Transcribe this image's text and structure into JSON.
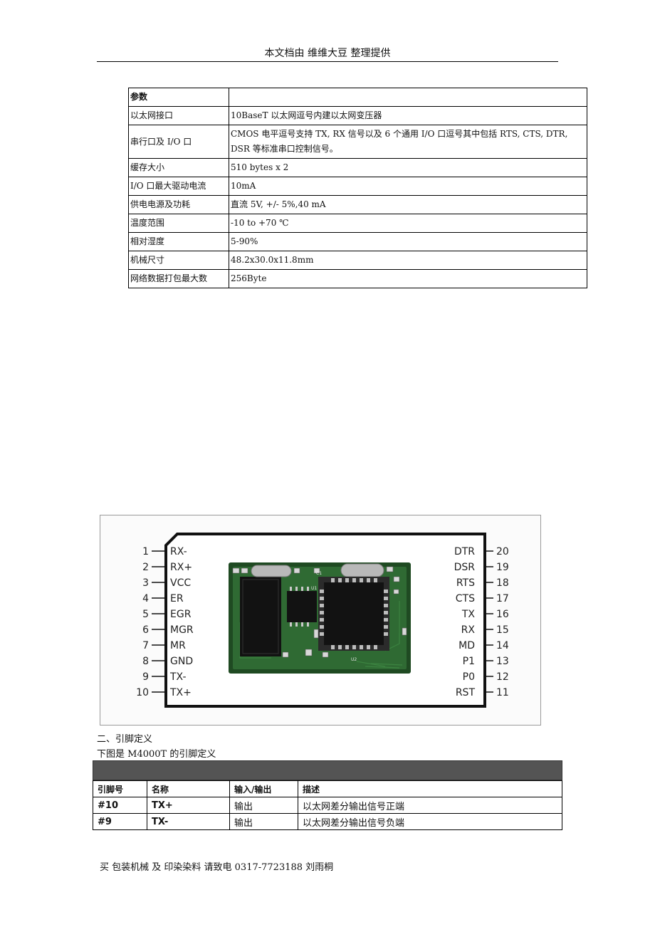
{
  "header": "本文档由 维维大豆 整理提供",
  "params_table": {
    "header_label": "参数",
    "header_value": "",
    "rows": [
      {
        "k": "以太网接口",
        "v": "10BaseT 以太网逗号内建以太网变压器"
      },
      {
        "k": "串行口及 I/O 口",
        "v": "CMOS 电平逗号支持 TX, RX 信号以及 6 个通用 I/O 口逗号其中包括 RTS, CTS, DTR, DSR 等标准串口控制信号。"
      },
      {
        "k": "缓存大小",
        "v": "510 bytes x 2"
      },
      {
        "k": "I/O 口最大驱动电流",
        "v": "10mA"
      },
      {
        "k": "供电电源及功耗",
        "v": "直流 5V, +/- 5%,40 mA"
      },
      {
        "k": "温度范围",
        "v": "-10 to +70 ℃"
      },
      {
        "k": "相对湿度",
        "v": "5-90%"
      },
      {
        "k": "机械尺寸",
        "v": "48.2x30.0x11.8mm"
      },
      {
        "k": "网络数据打包最大数",
        "v": "256Byte"
      }
    ]
  },
  "pin_diagram": {
    "left_pins": [
      {
        "num": "1",
        "name": "RX-"
      },
      {
        "num": "2",
        "name": "RX+"
      },
      {
        "num": "3",
        "name": "VCC"
      },
      {
        "num": "4",
        "name": "ER"
      },
      {
        "num": "5",
        "name": "EGR"
      },
      {
        "num": "6",
        "name": "MGR"
      },
      {
        "num": "7",
        "name": "MR"
      },
      {
        "num": "8",
        "name": "GND"
      },
      {
        "num": "9",
        "name": "TX-"
      },
      {
        "num": "10",
        "name": "TX+"
      }
    ],
    "right_pins": [
      {
        "num": "20",
        "name": "DTR"
      },
      {
        "num": "19",
        "name": "DSR"
      },
      {
        "num": "18",
        "name": "RTS"
      },
      {
        "num": "17",
        "name": "CTS"
      },
      {
        "num": "16",
        "name": "TX"
      },
      {
        "num": "15",
        "name": "RX"
      },
      {
        "num": "14",
        "name": "MD"
      },
      {
        "num": "13",
        "name": "P1"
      },
      {
        "num": "12",
        "name": "P0"
      },
      {
        "num": "11",
        "name": "RST"
      }
    ],
    "board_labels": {
      "c1": "C1",
      "u1": "U1",
      "u2": "U2"
    },
    "colors": {
      "pcb": "#1f4a22",
      "pcb_light": "#2f6a33",
      "chip": "#121212",
      "crystal": "#b9b9b9"
    }
  },
  "section_title": "二、引脚定义",
  "section_sub": "下图是 M4000T 的引脚定义",
  "pin_table": {
    "headers": [
      "引脚号",
      "名称",
      "输入/输出",
      "描述"
    ],
    "rows": [
      [
        "#10",
        "TX+",
        "输出",
        "以太网差分输出信号正端"
      ],
      [
        "#9",
        "TX-",
        "输出",
        "以太网差分输出信号负端"
      ]
    ]
  },
  "footer": "买 包装机械 及 印染染料 请致电 0317-7723188    刘雨桐"
}
